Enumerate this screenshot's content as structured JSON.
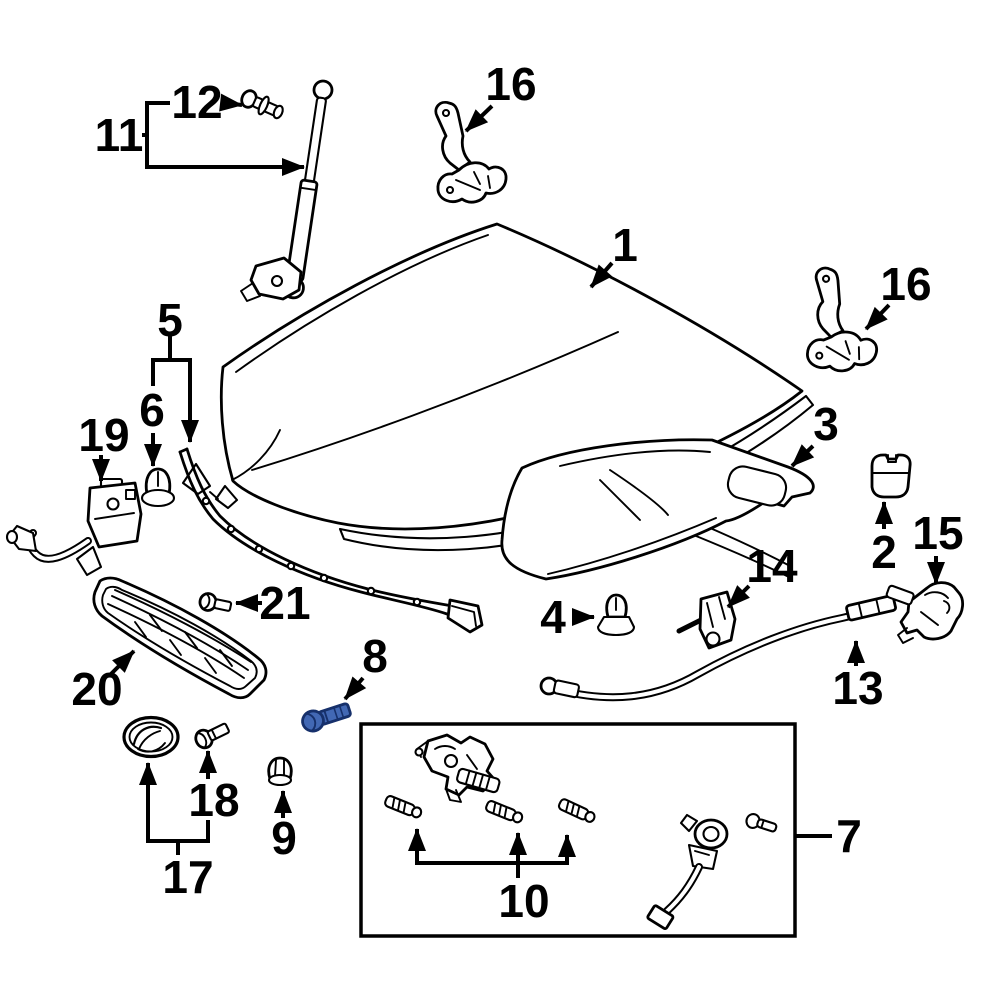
{
  "diagram": {
    "background_color": "#ffffff",
    "line_color": "#000000",
    "highlight_color": "#4268b4",
    "highlight_outline_color": "#16306b",
    "selected_callout": "8"
  },
  "callouts": {
    "c1": "1",
    "c2": "2",
    "c3": "3",
    "c4": "4",
    "c5": "5",
    "c6": "6",
    "c7": "7",
    "c8": "8",
    "c9": "9",
    "c10": "10",
    "c11": "11",
    "c12": "12",
    "c13": "13",
    "c14": "14",
    "c15": "15",
    "c16a": "16",
    "c16b": "16",
    "c17": "17",
    "c18": "18",
    "c19": "19",
    "c20": "20",
    "c21": "21"
  }
}
